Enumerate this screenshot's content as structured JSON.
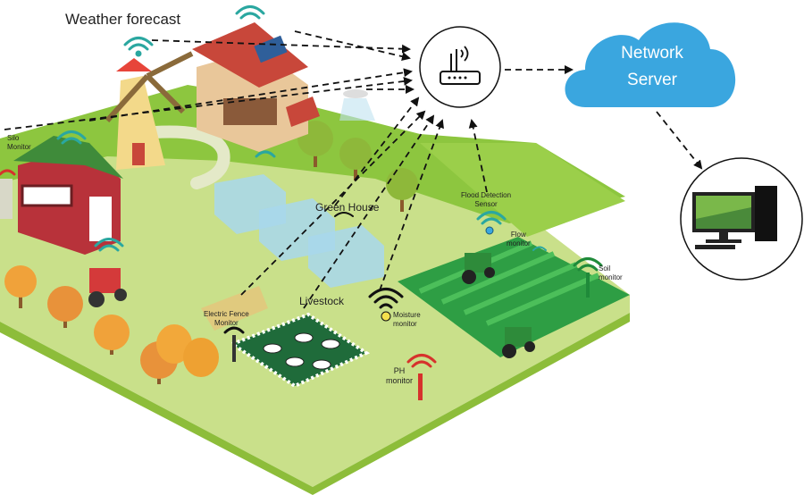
{
  "labels": {
    "weather_forecast": "Weather forecast",
    "silo_monitor_line1": "Silo",
    "silo_monitor_line2": "Monitor",
    "green_house": "Green House",
    "livestock": "Livestock",
    "electric_fence_line1": "Electric Fence",
    "electric_fence_line2": "Monitor",
    "flood_sensor_line1": "Flood Detection",
    "flood_sensor_line2": "Sensor",
    "flow_monitor_line1": "Flow",
    "flow_monitor_line2": "monitor",
    "soil_monitor_line1": "Soil",
    "soil_monitor_line2": "monitor",
    "moisture_monitor_line1": "Moisture",
    "moisture_monitor_line2": "monitor",
    "ph_monitor_line1": "PH",
    "ph_monitor_line2": "monitor",
    "network_server_line1": "Network",
    "network_server_line2": "Server"
  },
  "icons": {
    "gateway": "router-icon",
    "cloud": "cloud-icon",
    "computer": "desktop-computer-icon",
    "signal": "wifi-signal-icon"
  },
  "colors": {
    "cloud": "#3aa6df",
    "grass_light": "#c9e08a",
    "grass_dark": "#8dc63f",
    "field_green": "#2e9e44",
    "signal_teal": "#2aa7a0",
    "signal_red": "#d6322c",
    "signal_black": "#111111",
    "signal_green": "#1f8a3a"
  }
}
